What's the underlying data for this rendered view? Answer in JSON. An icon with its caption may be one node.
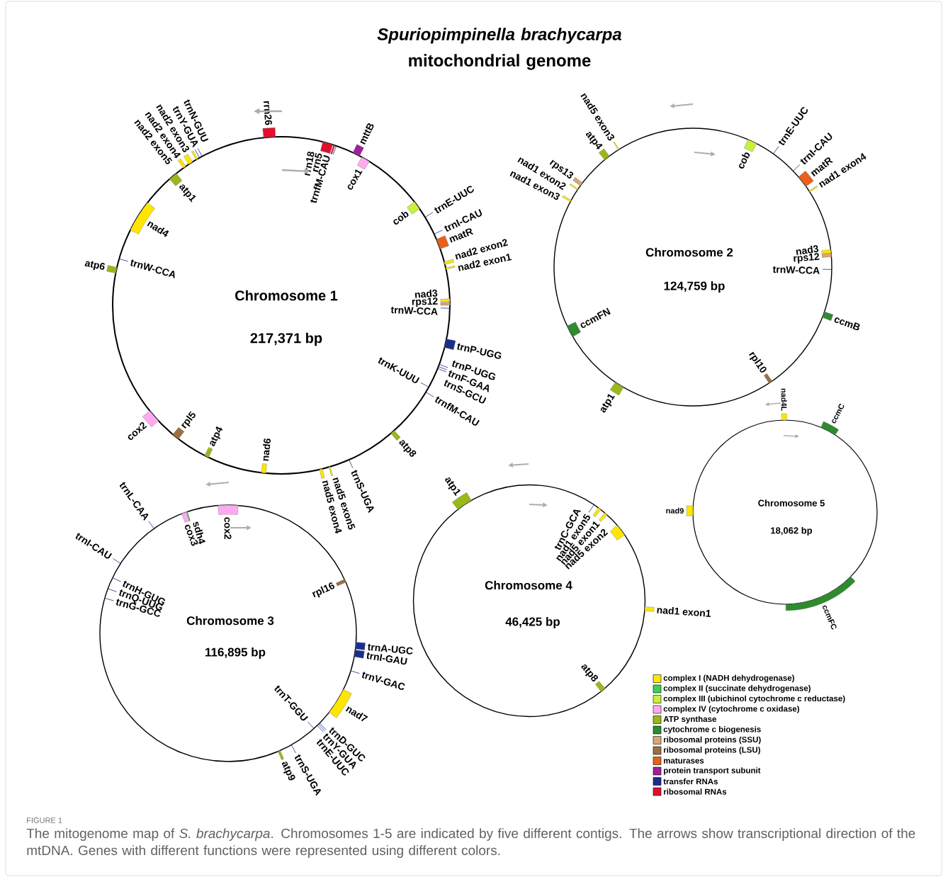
{
  "diagram": {
    "title": "*Spuriopimpinella brachycarpa* mitochondrial genome",
    "caption": "The mitogenome map of *S. brachycarpa*. Chromosomes 1-5 are indicated by five different contigs. The arrows show transcriptional direction of the mtDNA. Genes with different functions were represented using different colors.",
    "nodes": [
      {
        "text": [
          "Chromosome 1",
          "217,371 bp",
          "trnW-CCA",
          "nad4",
          "atp1",
          "rrn18",
          "rrn5",
          "trnfM-CAU",
          "cox1",
          "cob",
          "nad3",
          "rps12",
          "trnW-CCA",
          "trnK-UUU",
          "nad6",
          "atp4",
          "rpl5"
        ],
        "beside": [
          "atp6",
          "nad2 exon5",
          "nad2 exon4",
          "nad2 exon3",
          "trnY-GUA",
          "trnN-GUU",
          "rrn26",
          "mttB",
          "trnE-UUC",
          "trnI-CAU",
          "matR",
          "nad2 exon2",
          "nad2 exon1",
          "trnP-UGG",
          "trnP-UGG",
          "trnF-GAA",
          "trnS-GCU",
          "trnfM-CAU",
          "atp8",
          "trnS-UGA",
          "nad5 exon5",
          "nad5 exon4",
          "cox2"
        ]
      },
      {
        "text": [
          "Chromosome 2",
          "124,759 bp",
          "cob",
          "nad3",
          "rps12",
          "trnW-CCA",
          "rpl10",
          "ccmFN"
        ],
        "beside": [
          "nad1 exon3",
          "nad1 exon2",
          "rps13",
          "atp4",
          "nad5 exon3",
          "trnE-UUC",
          "trnI-CAU",
          "matR",
          "nad1 exon4",
          "ccmB",
          "atp1"
        ]
      },
      {
        "text": [
          "Chromosome 3",
          "116,895 bp",
          "trnH-GUG",
          "trnQ-UUG",
          "trnG-GCC",
          "cox3",
          "sdh4",
          "cox2",
          "rpl16",
          "trnT-GGU"
        ],
        "beside": [
          "trnL-CAA",
          "trnI-CAU",
          "trnA-UGC",
          "trnI-GAU",
          "trnV-GAC",
          "nad7",
          "trnD-GUC",
          "trnY-GUA",
          "trnE-UUC",
          "trnS-UGA",
          "atp9"
        ]
      },
      {
        "text": [
          "Chromosome 4",
          "46,425 bp",
          "trnC-GCA",
          "nad1 exon5",
          "nad5 exon1",
          "nad5 exon2",
          "atp8"
        ],
        "beside": [
          "atp1",
          "nad1 exon1"
        ]
      },
      {
        "text": [
          "Chromosome 5",
          "18,062 bp"
        ],
        "beside": [
          "nad4L",
          "ccmC",
          "ccmFC",
          "nad9"
        ]
      }
    ],
    "labels": [
      "FIGURE 1"
    ],
    "legend": [
      {
        "text": "complex I (NADH dehydrogenase)",
        "color": "#ffe600"
      },
      {
        "text": "complex II (succinate dehydrogenase)",
        "color": "#3dd14f"
      },
      {
        "text": "complex III (ubichinol cytochrome c reductase)",
        "color": "#c8f03c"
      },
      {
        "text": "complex IV (cytochrome c oxidase)",
        "color": "#ffaaf0"
      },
      {
        "text": "ATP synthase",
        "color": "#99b81a"
      },
      {
        "text": "cytochrome c biogenesis",
        "color": "#2e8b2e"
      },
      {
        "text": "ribosomal proteins (SSU)",
        "color": "#d9a673"
      },
      {
        "text": "ribosomal proteins (LSU)",
        "color": "#9c7040"
      },
      {
        "text": "maturases",
        "color": "#e8601c"
      },
      {
        "text": "protein transport subunit",
        "color": "#a01f9c"
      },
      {
        "text": "transfer RNAs",
        "color": "#1a2e8c"
      },
      {
        "text": "ribosomal RNAs",
        "color": "#e0102c"
      }
    ]
  }
}
